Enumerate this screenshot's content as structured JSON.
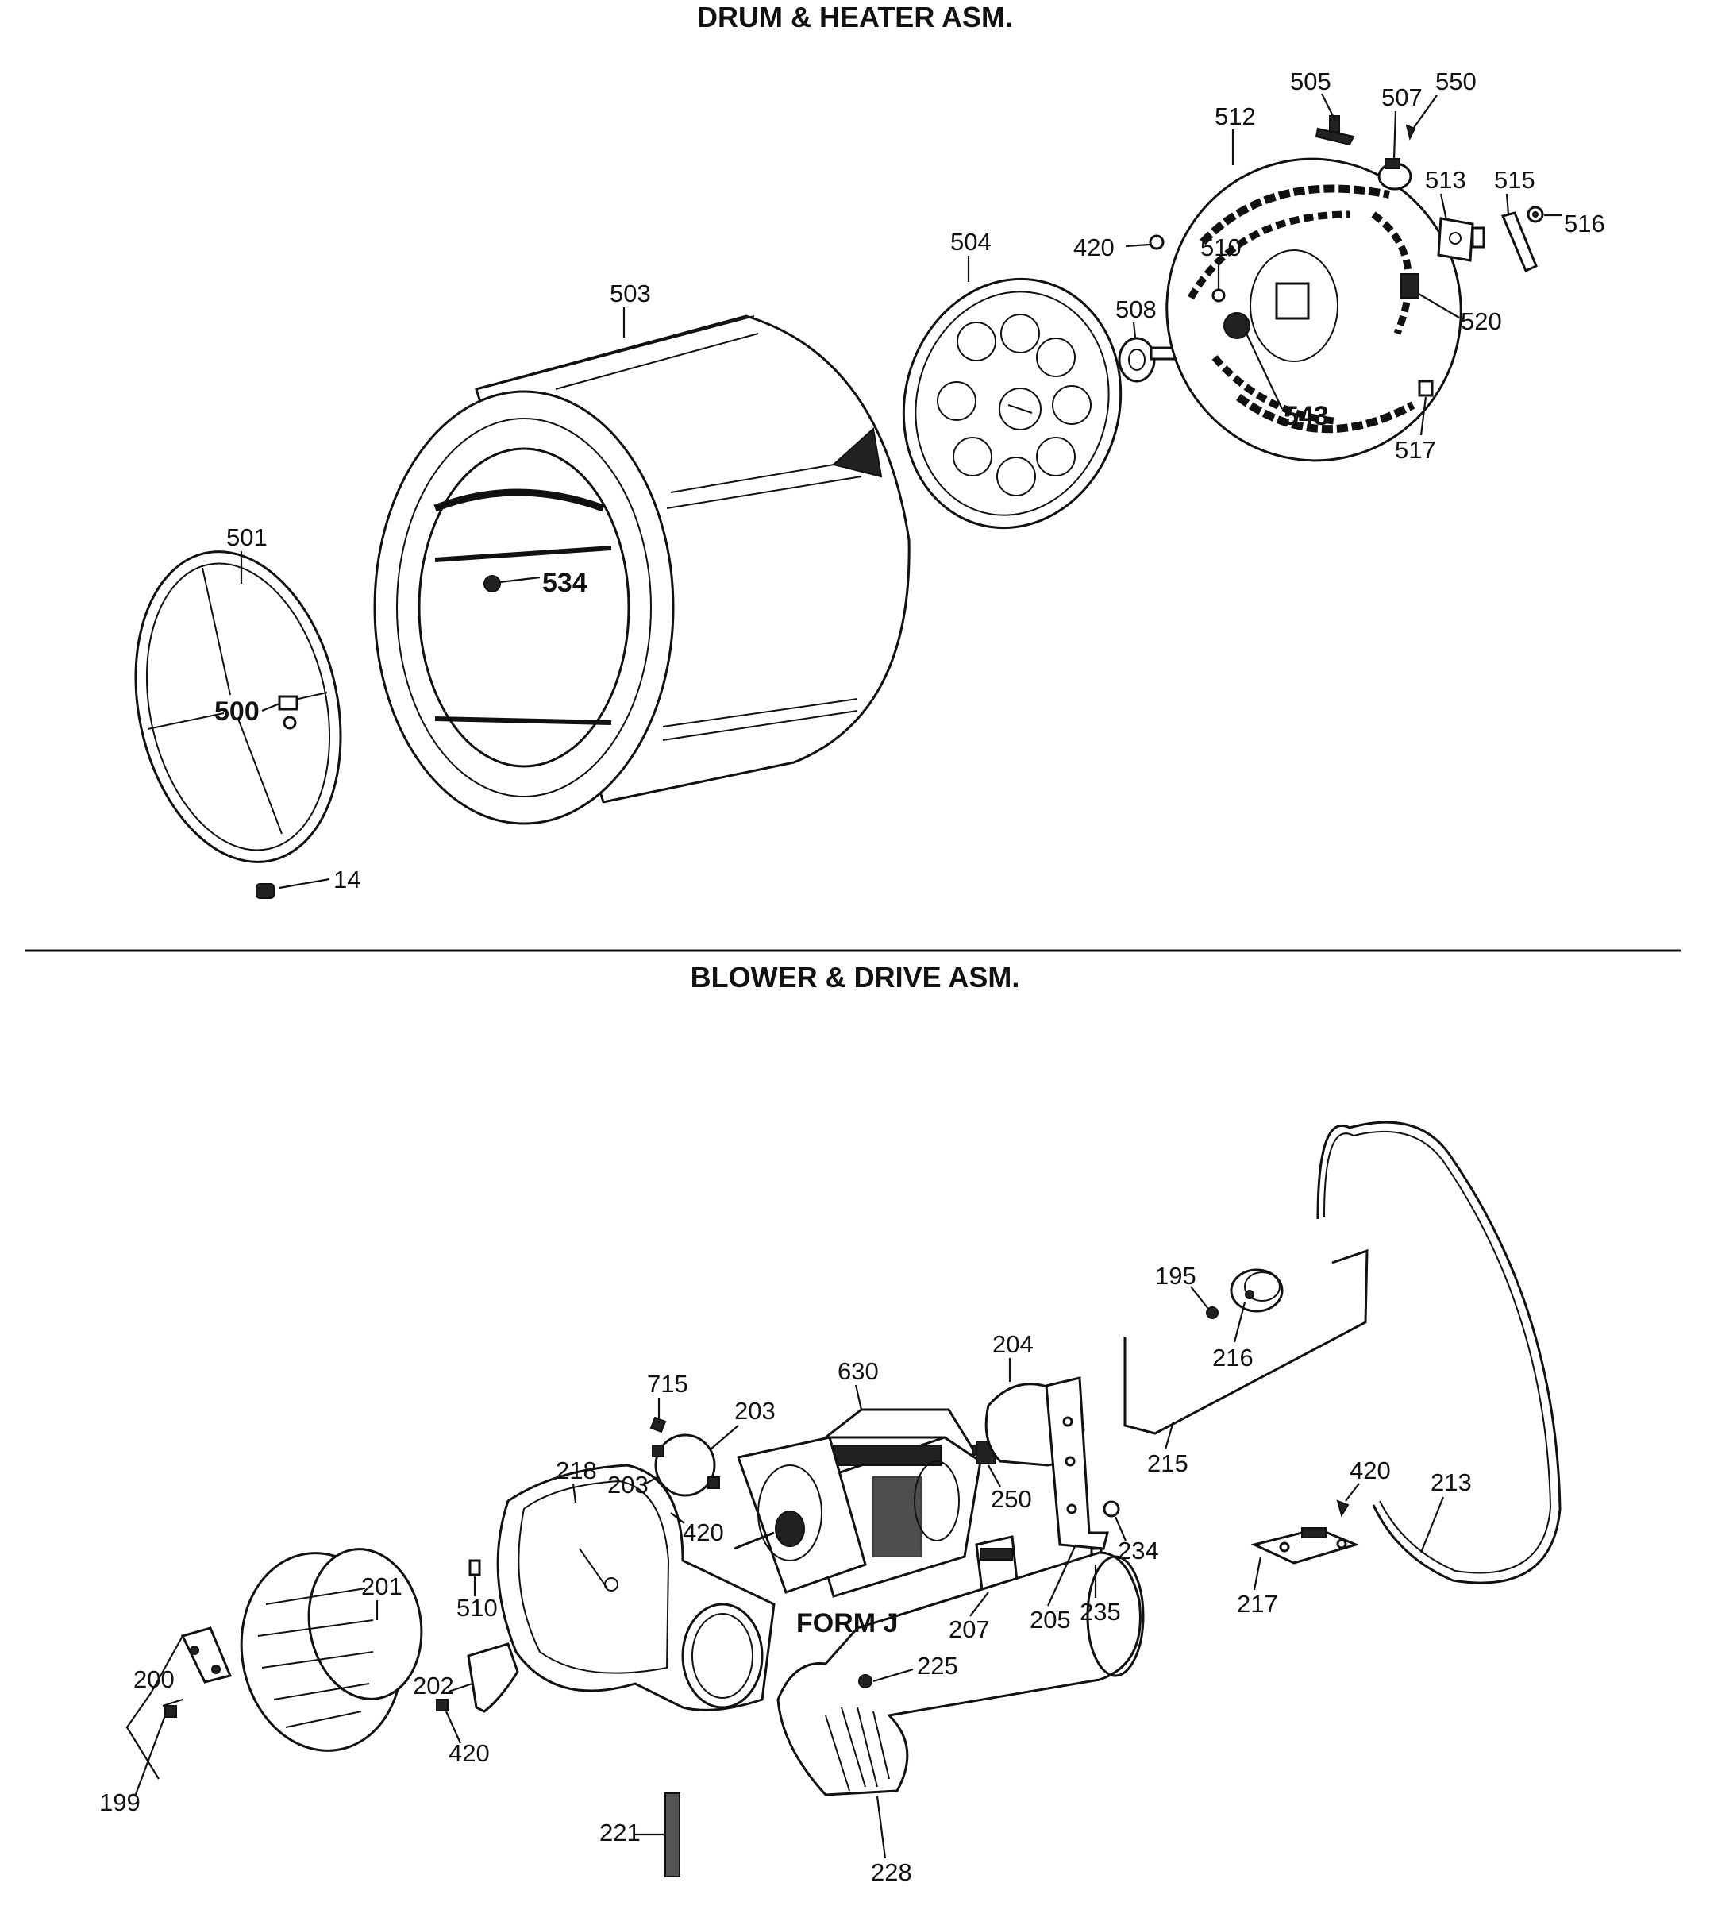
{
  "titles": {
    "top": "DRUM & HEATER ASM.",
    "bottom": "BLOWER & DRIVE ASM.",
    "form": "FORM J"
  },
  "colors": {
    "ink": "#111111",
    "background": "#ffffff"
  },
  "labels": {
    "p505": "505",
    "p507": "507",
    "p550": "550",
    "p512": "512",
    "p513": "513",
    "p515": "515",
    "p516": "516",
    "p420a": "420",
    "p510a": "510",
    "p520": "520",
    "p504": "504",
    "p508": "508",
    "p503": "503",
    "p543": "543",
    "p517": "517",
    "p501": "501",
    "p534": "534",
    "p500": "500",
    "p14": "14",
    "p195": "195",
    "p216": "216",
    "p204": "204",
    "p630": "630",
    "p715": "715",
    "p203a": "203",
    "p203b": "203",
    "p218": "218",
    "p420b": "420",
    "p250": "250",
    "p215": "215",
    "p420c": "420",
    "p213": "213",
    "p234": "234",
    "p510b": "510",
    "p201": "201",
    "p207": "207",
    "p205": "205",
    "p235": "235",
    "p217": "217",
    "p200": "200",
    "p202": "202",
    "p225": "225",
    "p199": "199",
    "p420d": "420",
    "p221": "221",
    "p228": "228"
  }
}
